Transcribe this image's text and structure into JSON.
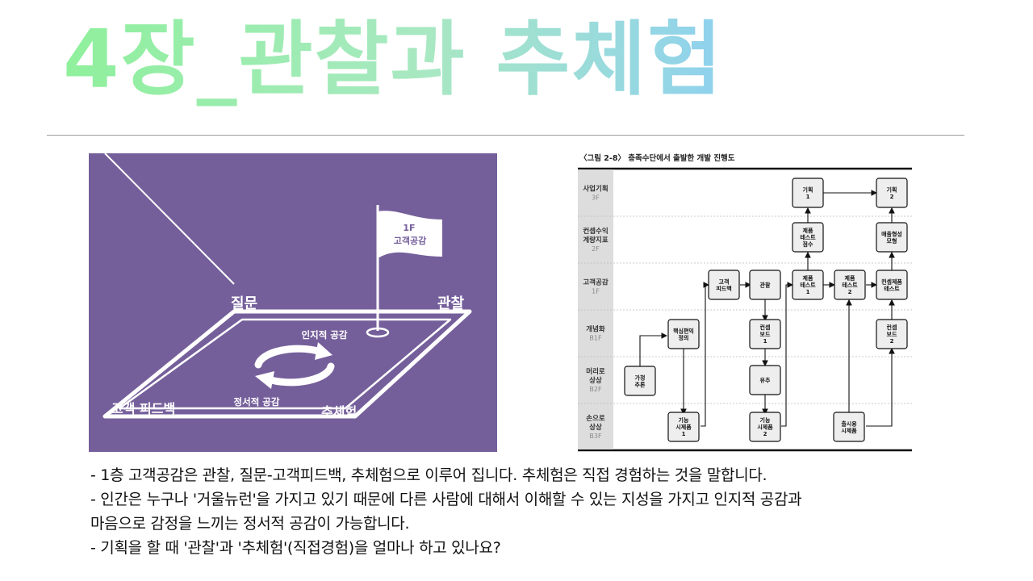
{
  "slide": {
    "title": "4장_관찰과 추체험",
    "colors": {
      "title_gradient_start": "#8ff09c",
      "title_gradient_end": "#8fd1ee",
      "left_figure_bg": "#755f9b"
    }
  },
  "left_figure": {
    "flag_label_line1": "1F",
    "flag_label_line2": "고객공감",
    "corner_question": "질문",
    "corner_observation": "관찰",
    "corner_feedback": "고객 피드백",
    "corner_experience": "추체험",
    "cycle_top": "인지적 공감",
    "cycle_bottom": "정서적 공감"
  },
  "right_figure": {
    "caption": "〈그림 2-8〉 층족수단에서 출발한 개발 진행도",
    "lanes": [
      {
        "name_line1": "사업기획",
        "name_line2": "",
        "floor": "3F"
      },
      {
        "name_line1": "컨셉수익",
        "name_line2": "계량지표",
        "floor": "2F"
      },
      {
        "name_line1": "고객공감",
        "name_line2": "",
        "floor": "1F"
      },
      {
        "name_line1": "개념화",
        "name_line2": "",
        "floor": "B1F"
      },
      {
        "name_line1": "머리로",
        "name_line2": "상상",
        "floor": "B2F"
      },
      {
        "name_line1": "손으로",
        "name_line2": "상상",
        "floor": "B3F"
      }
    ],
    "boxes": {
      "plan1": [
        "기획",
        "1"
      ],
      "plan2": [
        "기획",
        "2"
      ],
      "product_test_score": [
        "제품",
        "테스트",
        "점수"
      ],
      "sales_model": [
        "매출형성",
        "모형"
      ],
      "customer_feedback": [
        "고객",
        "피드백"
      ],
      "observation": [
        "관찰"
      ],
      "product_test1": [
        "제품",
        "테스트",
        "1"
      ],
      "product_test2": [
        "제품",
        "테스트",
        "2"
      ],
      "concept_product_test": [
        "컨셉제품",
        "테스트"
      ],
      "core_idea": [
        "핵심편익",
        "정의"
      ],
      "concept_board1": [
        "컨셉",
        "보드",
        "1"
      ],
      "concept_board2": [
        "컨셉",
        "보드",
        "2"
      ],
      "hypothesis": [
        "가정",
        "추론"
      ],
      "inference": [
        "유추"
      ],
      "prototype1": [
        "기능",
        "시제품",
        "1"
      ],
      "prototype2": [
        "기능",
        "시제품",
        "2"
      ],
      "launch_prototype": [
        "출시용",
        "시제품"
      ]
    }
  },
  "bullets": [
    "- 1층 고객공감은 관찰, 질문-고객피드백, 추체험으로 이루어 집니다. 추체험은 직접 경험하는 것을 말합니다.",
    "- 인간은 누구나 '거울뉴런'을 가지고 있기 때문에 다른 사람에 대해서 이해할 수 있는 지성을 가지고 인지적 공감과",
    "마음으로 감정을 느끼는 정서적 공감이 가능합니다.",
    "- 기획을 할 때 '관찰'과 '추체험'(직접경험)을 얼마나 하고 있나요?"
  ]
}
